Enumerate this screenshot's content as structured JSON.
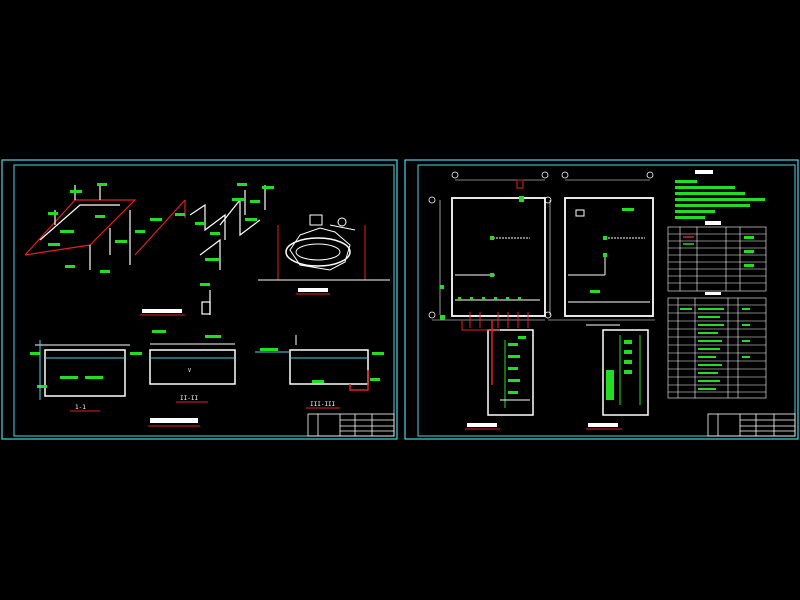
{
  "viewer": {
    "background": "#000000",
    "colors": {
      "frame": "#4fd3e6",
      "white": "#ffffff",
      "green": "#22dd22",
      "red": "#e02020",
      "grey": "#9a9a9a",
      "yellow": "#e8e820"
    }
  },
  "sheet_left": {
    "titles": [
      "",
      "",
      "",
      "",
      "",
      ""
    ],
    "section_labels": [
      "1-1",
      "II-II",
      "III-III"
    ],
    "volume_label": "V",
    "title_block": {
      "rows": 4,
      "cols": 5
    }
  },
  "sheet_right": {
    "titles": [
      "",
      "",
      "",
      ""
    ],
    "notes_heading": "",
    "legend": {
      "rows": 9,
      "cols": 5
    },
    "materials": {
      "rows": 12,
      "cols": 5
    },
    "title_block": {
      "rows": 4,
      "cols": 5
    }
  }
}
